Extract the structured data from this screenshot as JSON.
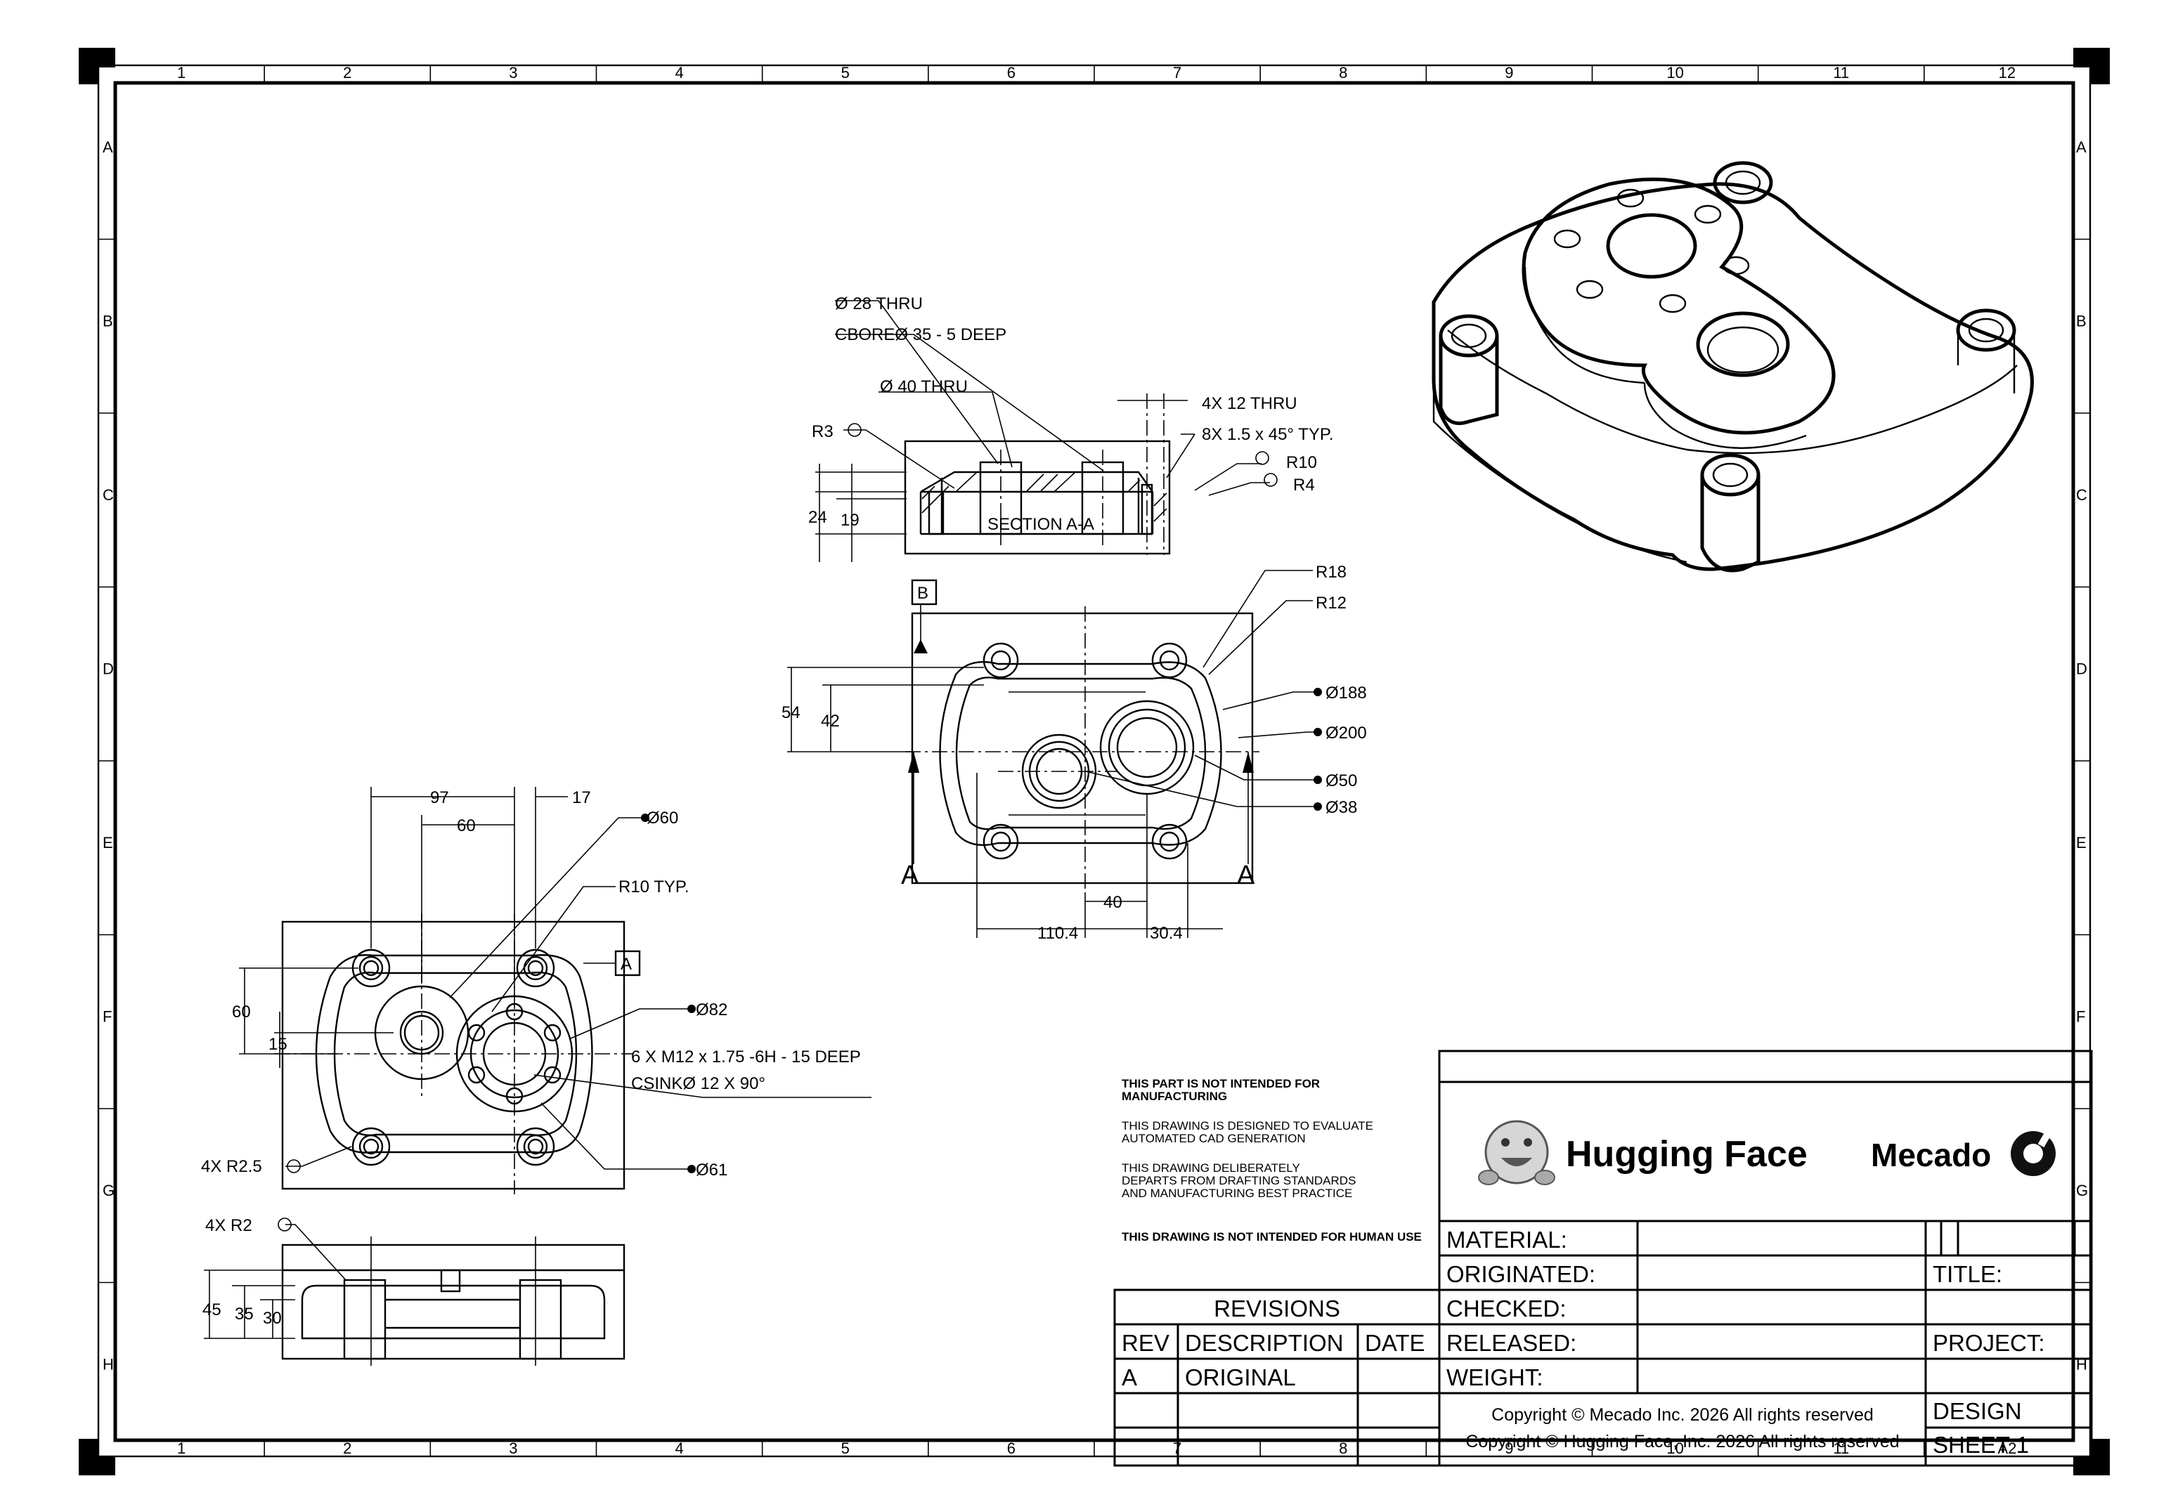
{
  "border": {
    "columns": [
      "1",
      "2",
      "3",
      "4",
      "5",
      "6",
      "7",
      "8",
      "9",
      "10",
      "11",
      "12"
    ],
    "rows": [
      "A",
      "B",
      "C",
      "D",
      "E",
      "F",
      "G",
      "H"
    ],
    "bottom_last_label": "A2"
  },
  "section_view": {
    "title": "SECTION A-A",
    "callouts": {
      "hole28": "Ø 28  THRU",
      "cbore": "CBOREØ 35 - 5 DEEP",
      "hole40": "Ø 40  THRU",
      "holes4x": "4X  12  THRU",
      "chamfer": "8X  1.5  x  45°  TYP.",
      "r3": "R3",
      "r10": "R10",
      "r4": "R4",
      "d24": "24",
      "d19": "19"
    }
  },
  "top_view": {
    "datum_b": "B",
    "section_mark": "A",
    "callouts": {
      "r18": "R18",
      "r12": "R12",
      "d188": "Ø188",
      "d200": "Ø200",
      "d50": "Ø50",
      "d38": "Ø38",
      "d54": "54",
      "d42": "42",
      "d40": "40",
      "d110": "110.4",
      "d30": "30.4"
    }
  },
  "bottom_view": {
    "datum_a": "A",
    "callouts": {
      "d97": "97",
      "d17": "17",
      "d60h": "60",
      "d60dia": "Ø60",
      "r10": "R10  TYP.",
      "d82": "Ø82",
      "thread": "6 X M12 x 1.75 -6H  - 15 DEEP",
      "csink": "CSINKØ  12 X 90°",
      "d61": "Ø61",
      "d60v": "60",
      "d15": "15",
      "r25": "4X  R2.5"
    }
  },
  "side_view": {
    "callouts": {
      "r2": "4X  R2",
      "d45": "45",
      "d35": "35",
      "d30": "30"
    }
  },
  "notes": [
    {
      "text": "THIS PART IS NOT INTENDED FOR",
      "bold": true
    },
    {
      "text": "MANUFACTURING",
      "bold": true
    },
    {
      "text": "THIS DRAWING IS DESIGNED TO EVALUATE",
      "bold": false
    },
    {
      "text": "AUTOMATED CAD GENERATION",
      "bold": false
    },
    {
      "text": "THIS DRAWING DELIBERATELY",
      "bold": false
    },
    {
      "text": "DEPARTS FROM DRAFTING STANDARDS",
      "bold": false
    },
    {
      "text": "AND MANUFACTURING BEST PRACTICE",
      "bold": false
    },
    {
      "text": "THIS DRAWING IS NOT INTENDED FOR HUMAN USE",
      "bold": true
    }
  ],
  "title_block": {
    "logo_hf_text": "Hugging Face",
    "logo_mecado_text": "Mecado",
    "fields": [
      "MATERIAL:",
      "ORIGINATED:",
      "CHECKED:",
      "RELEASED:",
      "WEIGHT:"
    ],
    "title_label": "TITLE:",
    "project_label": "PROJECT:",
    "design_label": "DESIGN",
    "sheet_label": "SHEET 1",
    "copyright_1": "Copyright © Mecado Inc. 2026 All rights reserved",
    "copyright_2": "Copyright © Hugging Face, Inc. 2026 All rights reserved"
  },
  "revisions": {
    "title": "REVISIONS",
    "headers": [
      "REV",
      "DESCRIPTION",
      "DATE"
    ],
    "rows": [
      [
        "A",
        "ORIGINAL",
        ""
      ]
    ]
  }
}
